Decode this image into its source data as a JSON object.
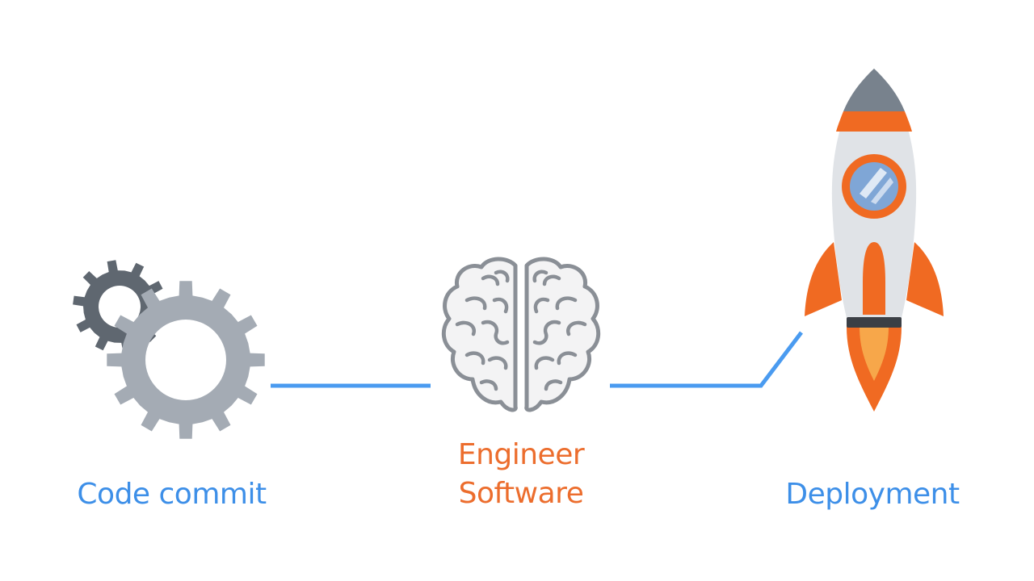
{
  "nodes": [
    {
      "id": "commit",
      "label": "Code commit",
      "icon": "gears-icon"
    },
    {
      "id": "engineer",
      "label_line1": "Engineer",
      "label_line2": "Software",
      "icon": "brain-icon"
    },
    {
      "id": "deploy",
      "label": "Deployment",
      "icon": "rocket-icon"
    }
  ],
  "colors": {
    "connector": "#4a9bf0",
    "label_blue": "#3d8fe8",
    "label_orange": "#ec6d2d",
    "gear_dark": "#5f6770",
    "gear_light": "#a4abb4",
    "brain_fill": "#f3f3f4",
    "brain_stroke": "#8a8f96",
    "rocket_body": "#e0e3e7",
    "rocket_nose": "#78828d",
    "rocket_orange": "#f06a22",
    "rocket_window": "#7fa6d6",
    "rocket_band": "#3b3f45"
  }
}
